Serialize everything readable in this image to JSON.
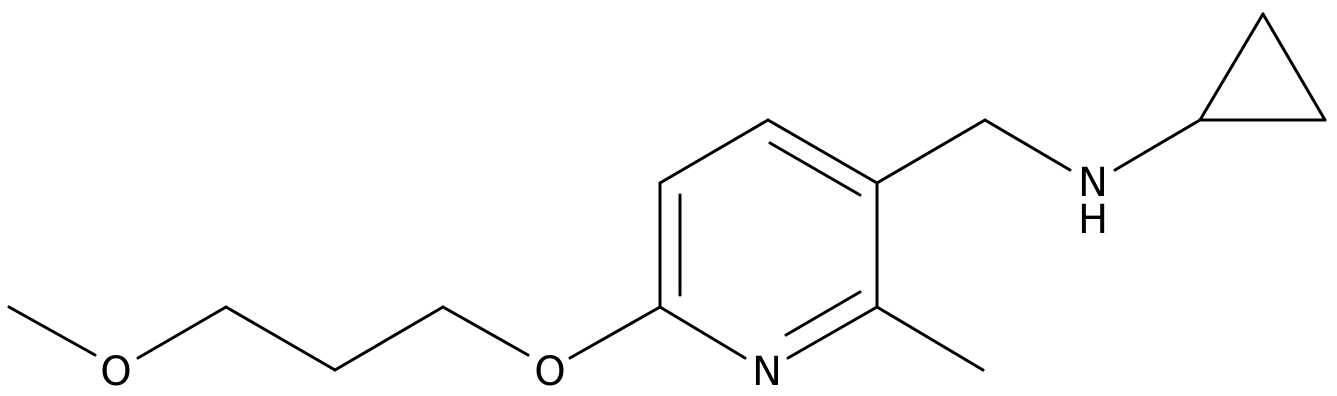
{
  "atoms": {
    "nitrogen_ring": "N",
    "oxygen_ether": "O",
    "oxygen_methoxy": "O",
    "amine_n": "N",
    "amine_h": "H"
  },
  "colors": {
    "bond": "#000000",
    "background": "#ffffff"
  }
}
